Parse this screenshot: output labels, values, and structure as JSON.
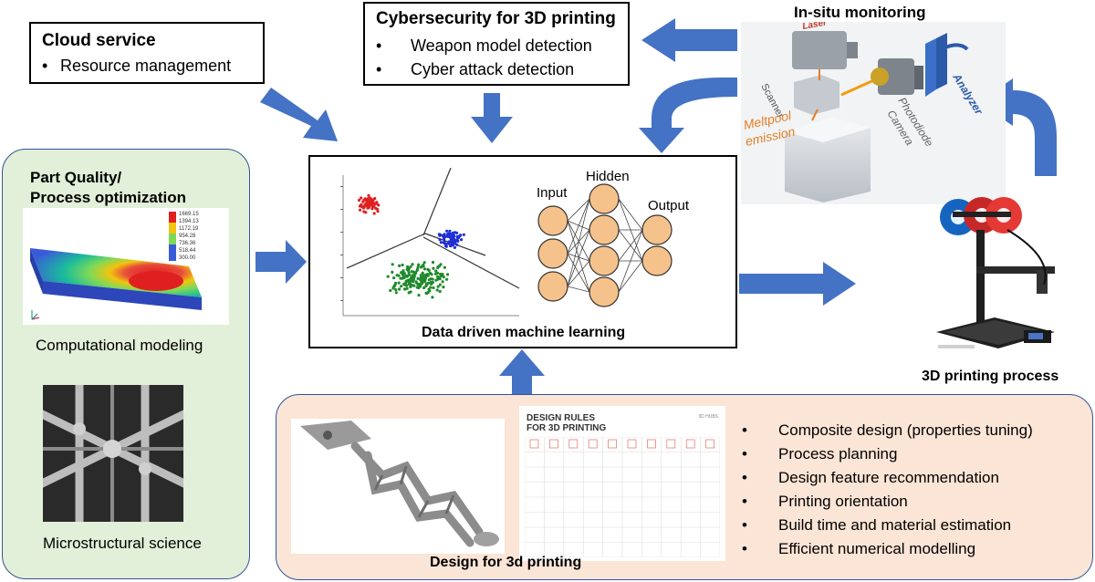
{
  "cloud": {
    "title": "Cloud service",
    "items": [
      "Resource management"
    ]
  },
  "cyber": {
    "title": "Cybersecurity for 3D printing",
    "items": [
      "Weapon model detection",
      "Cyber attack detection"
    ]
  },
  "monitoring": {
    "title": "In-situ monitoring",
    "labels": {
      "laser": "Laser",
      "scanner": "Scanner",
      "photodiode": "Photodiode",
      "camera": "Camera",
      "analyzer": "Analyzer",
      "meltpool": "Meltpool",
      "emission": "emission"
    }
  },
  "quality": {
    "title_line1": "Part Quality/",
    "title_line2": "Process optimization",
    "caption1": "Computational modeling",
    "caption2": "Microstructural science",
    "colorbar_ticks": [
      "1669.15",
      "1394.13",
      "1172.19",
      "954.28",
      "736.36",
      "518.44",
      "300.00"
    ]
  },
  "ml": {
    "caption": "Data driven machine learning",
    "nn_labels": {
      "input": "Input",
      "hidden": "Hidden",
      "output": "Output"
    }
  },
  "printing": {
    "caption": "3D printing process"
  },
  "design": {
    "caption": "Design for 3d printing",
    "rules_title_line1": "DESIGN RULES",
    "rules_title_line2": "FOR 3D PRINTING",
    "rules_brand": "3D HUBS",
    "items": [
      "Composite design (properties tuning)",
      "Process planning",
      "Design feature recommendation",
      "Printing orientation",
      "Build time and material estimation",
      "Efficient numerical modelling"
    ]
  },
  "colors": {
    "arrow": "#4472c4",
    "green_panel": "#e2efd9",
    "peach_panel": "#fbe5d6",
    "panel_border": "#2f5597"
  }
}
